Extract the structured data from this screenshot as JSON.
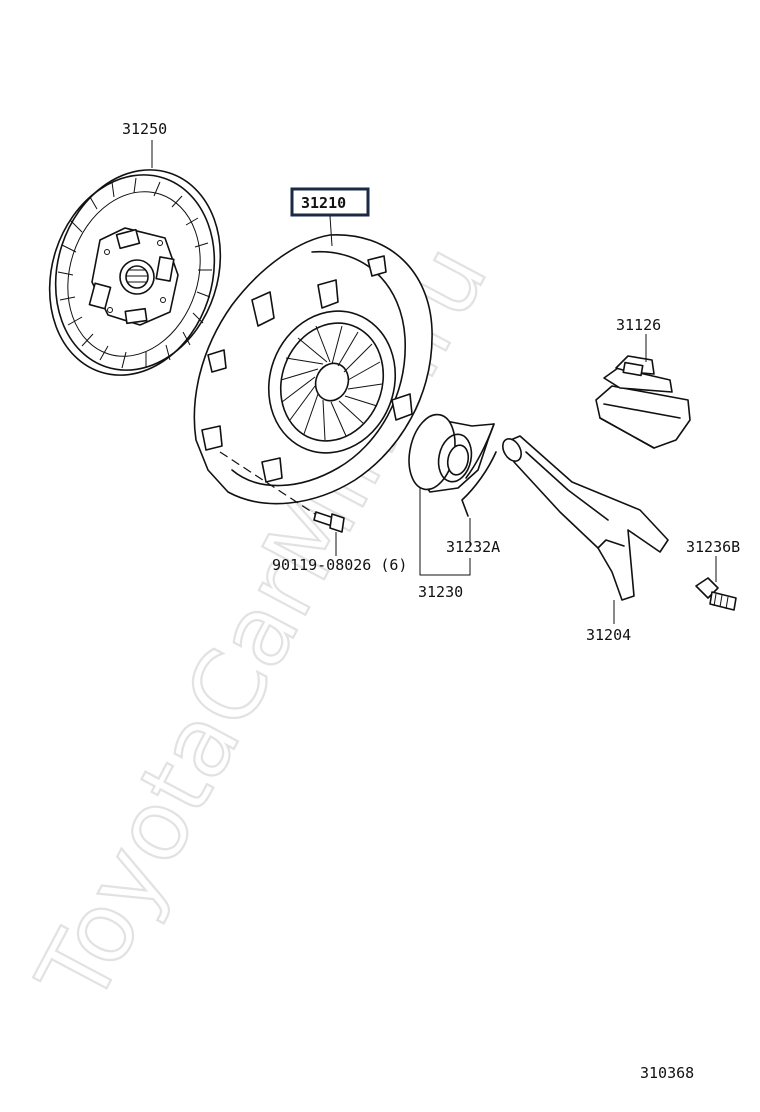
{
  "watermark": "ToyotaCarMine.ru",
  "diagram_id": "310368",
  "parts": {
    "clutch_disc": "31250",
    "clutch_cover": "31210",
    "bolt": "90119-08026 (6)",
    "release_bearing_hub_clip": "31232A",
    "release_bearing": "31230",
    "release_fork": "31204",
    "fork_boot": "31126",
    "fork_support": "31236B"
  },
  "highlighted_part": "31210"
}
